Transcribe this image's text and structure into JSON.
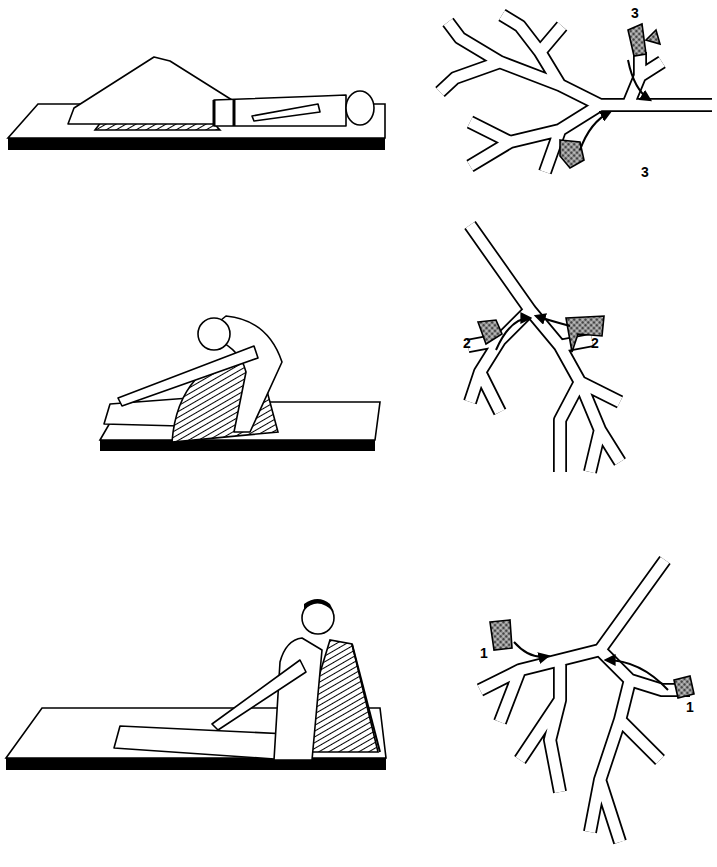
{
  "diagram": {
    "labels": [
      "3",
      "3",
      "2",
      "2",
      "1",
      "1"
    ]
  }
}
